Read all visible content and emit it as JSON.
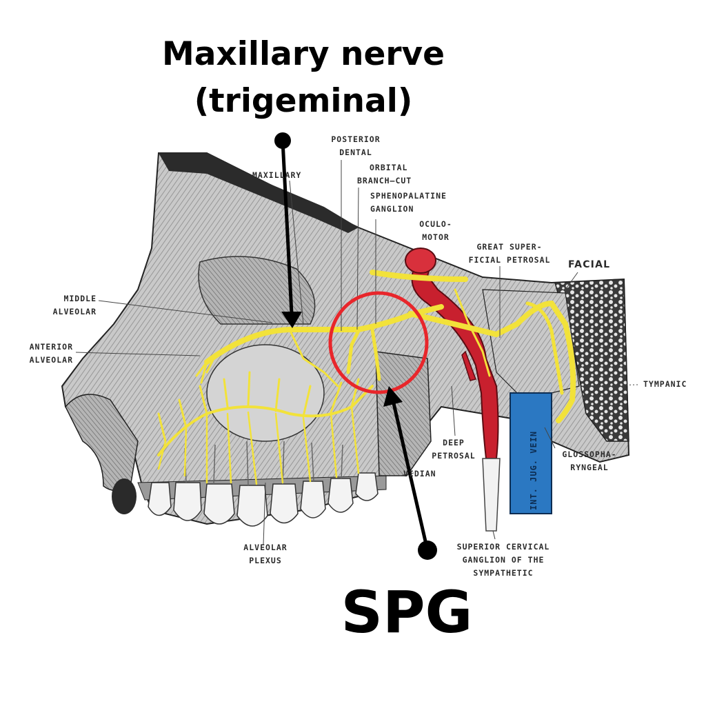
{
  "labels": {
    "maxillary_nerve_1": "Maxillary nerve",
    "maxillary_nerve_2": "(trigeminal)",
    "spg": "SPG",
    "posterior_dental_1": "POSTERIOR",
    "posterior_dental_2": "DENTAL",
    "orbital_1": "ORBITAL",
    "orbital_2": "BRANCH—CUT",
    "maxillary": "MAXILLARY",
    "sphenopalatine_1": "SPHENOPALATINE",
    "sphenopalatine_2": "GANGLION",
    "oculomotor_1": "OCULO-",
    "oculomotor_2": "MOTOR",
    "great_superficial_1": "GREAT SUPER-",
    "great_superficial_2": "FICIAL PETROSAL",
    "facial": "FACIAL",
    "middle_alveolar_1": "MIDDLE",
    "middle_alveolar_2": "ALVEOLAR",
    "anterior_alveolar_1": "ANTERIOR",
    "anterior_alveolar_2": "ALVEOLAR",
    "tympanic": "TYMPANIC",
    "deep_petrosal_1": "DEEP",
    "deep_petrosal_2": "PETROSAL",
    "vidian": "VIDIAN",
    "glossopharyngeal_1": "GLOSSOPHA-",
    "glossopharyngeal_2": "RYNGEAL",
    "int_jug_vein": "INT. JUG. VEIN",
    "alveolar_plexus_1": "ALVEOLAR",
    "alveolar_plexus_2": "PLEXUS",
    "superior_cervical_1": "SUPERIOR CERVICAL",
    "superior_cervical_2": "GANGLION OF THE",
    "superior_cervical_3": "SYMPATHETIC"
  },
  "colors": {
    "nerve": "#f2e23a",
    "artery": "#c8202e",
    "vein": "#2b78c2",
    "highlight_circle": "#e8262b",
    "arrow": "#000000"
  }
}
